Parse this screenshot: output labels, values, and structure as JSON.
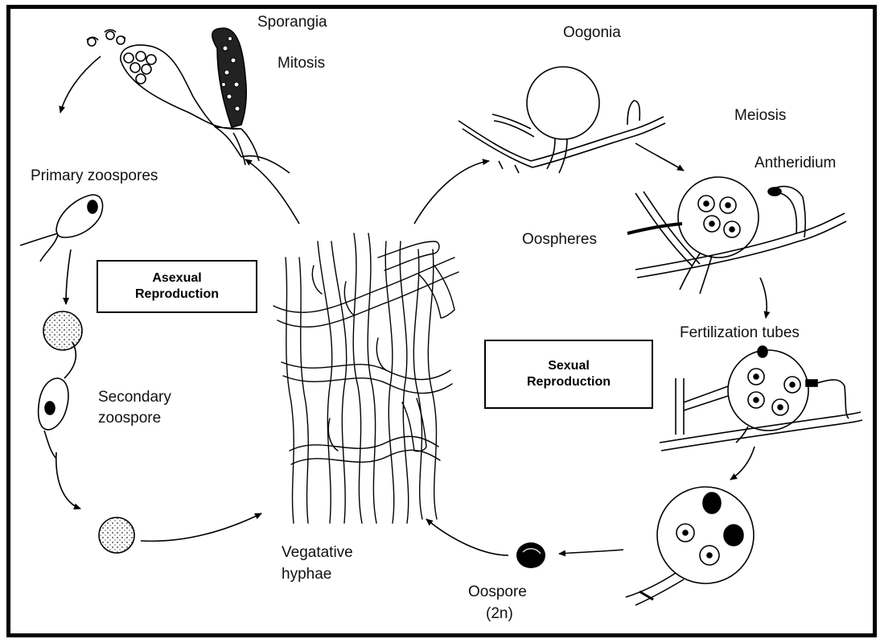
{
  "labels": {
    "sporangia": "Sporangia",
    "mitosis_left": "Mitosis",
    "primary_zoospores": "Primary zoospores",
    "secondary_zoospore_line1": "Secondary",
    "secondary_zoospore_line2": "zoospore",
    "vegetative_hyphae_line1": "Vegatative",
    "vegetative_hyphae_line2": "hyphae",
    "oospore_line1": "Oospore",
    "oospore_line2": "(2n)",
    "oogonia": "Oogonia",
    "meiosis": "Meiosis",
    "antheridium": "Antheridium",
    "oospheres": "Oospheres",
    "fertilization_tubes": "Fertilization tubes"
  },
  "boxes": {
    "asexual_line1": "Asexual",
    "asexual_line2": "Reproduction",
    "sexual_line1": "Sexual",
    "sexual_line2": "Reproduction"
  }
}
